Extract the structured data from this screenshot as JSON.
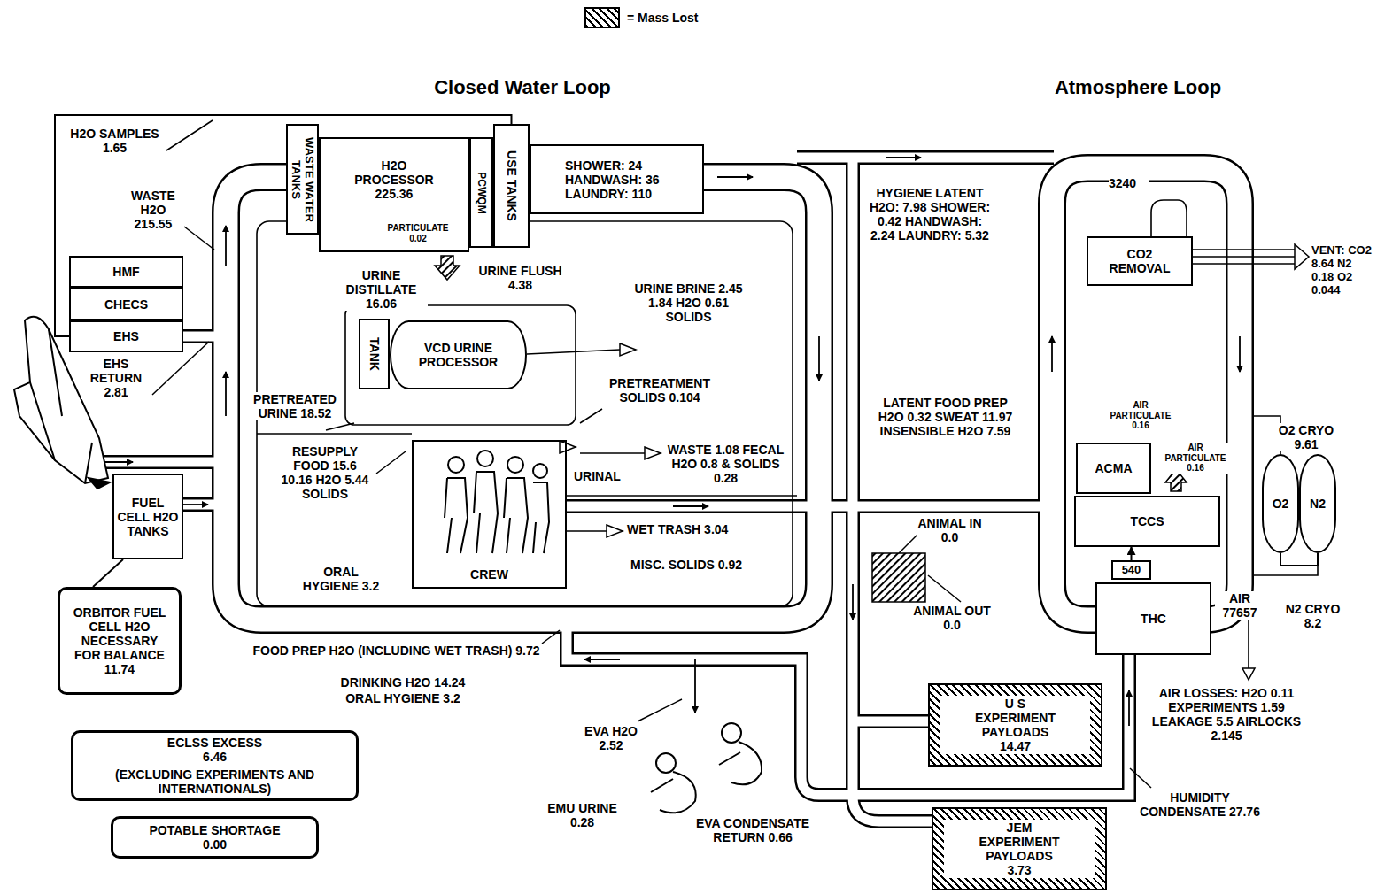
{
  "diagram": {
    "nodes": [
      {
        "text": [
          "WASTE WATER TANKS"
        ]
      },
      {
        "text": [
          "H2O PROCESSOR 225.36"
        ]
      },
      {
        "text": [
          "PCWQM"
        ]
      },
      {
        "text": [
          "USE TANKS"
        ]
      },
      {
        "text": [
          "SHOWER: 24 HANDWASH: 36 LAUNDRY: 110"
        ]
      },
      {
        "text": [
          "HMF"
        ]
      },
      {
        "text": [
          "CHECS"
        ]
      },
      {
        "text": [
          "EHS"
        ]
      },
      {
        "text": [
          "TANK"
        ]
      },
      {
        "text": [
          "VCD URINE PROCESSOR"
        ]
      },
      {
        "text": [
          "FUEL CELL H2O TANKS"
        ]
      },
      {
        "text": [
          "ORBITOR FUEL CELL H2O NECESSARY FOR BALANCE 11.74"
        ]
      },
      {
        "text": [
          "CREW"
        ]
      },
      {
        "text": [
          "ECLSS EXCESS 6.46",
          "(EXCLUDING EXPERIMENTS AND INTERNATIONALS)"
        ]
      },
      {
        "text": [
          "POTABLE SHORTAGE 0.00"
        ]
      },
      {
        "text": [
          "CO2 REMOVAL"
        ]
      },
      {
        "text": [
          "ACMA"
        ]
      },
      {
        "text": [
          "TCCS"
        ]
      },
      {
        "text": [
          "540"
        ]
      },
      {
        "text": [
          "THC"
        ]
      },
      {
        "text": [
          "O2"
        ]
      },
      {
        "text": [
          "N2"
        ]
      },
      {
        "text": [
          "U S EXPERIMENT PAYLOADS 14.47"
        ]
      },
      {
        "text": [
          "JEM EXPERIMENT PAYLOADS 3.73"
        ]
      }
    ],
    "edges": [
      {
        "from": 11,
        "to": 10,
        "arrow": "none"
      },
      {
        "from": 18,
        "to": 17,
        "arrow": "to"
      },
      {
        "from": 20,
        "to": 21,
        "arrow": "none"
      },
      {
        "from": 3,
        "to": 7,
        "arrow": "none"
      }
    ],
    "labels": [
      "Closed Water Loop",
      "Atmosphere Loop",
      "H2O SAMPLES 1.65",
      "WASTE H2O 215.55",
      "EHS RETURN 2.81",
      "PARTICULATE 0.02",
      "URINE DISTILLATE 16.06",
      "URINE FLUSH 4.38",
      "URINE BRINE 2.45 1.84 H2O 0.61 SOLIDS",
      "PRETREATMENT SOLIDS 0.104",
      "PRETREATED URINE 18.52",
      "WASTE 1.08 FECAL H2O 0.8 & SOLIDS 0.28",
      "URINAL",
      "RESUPPLY FOOD 15.6 10.16 H2O 5.44 SOLIDS",
      "WET TRASH 3.04",
      "MISC. SOLIDS 0.92",
      "ORAL HYGIENE 3.2",
      "FOOD PREP H2O (INCLUDING WET TRASH) 9.72",
      "DRINKING H2O 14.24",
      "ORAL HYGIENE 3.2",
      "HYGIENE LATENT H2O: 7.98 SHOWER: 0.42 HANDWASH: 2.24 LAUNDRY: 5.32",
      "LATENT FOOD PREP H2O 0.32 SWEAT 11.97 INSENSIBLE H2O 7.59",
      "ANIMAL IN 0.0",
      "ANIMAL OUT 0.0",
      "EVA H2O 2.52",
      "EMU URINE 0.28",
      "EVA CONDENSATE RETURN 0.66",
      "3240",
      "VENT: CO2 8.64 N2 0.18 O2 0.044",
      "AIR PARTICULATE 0.16",
      "AIR PARTICULATE 0.16",
      "O2 CRYO 9.61",
      "N2 CRYO 8.2",
      "AIR 77657",
      "AIR LOSSES: H2O 0.11 EXPERIMENTS 1.59 LEAKAGE 5.5 AIRLOCKS 2.145",
      "HUMIDITY CONDENSATE 27.76"
    ],
    "legend": [
      {
        "text": "= Mass Lost"
      }
    ]
  }
}
